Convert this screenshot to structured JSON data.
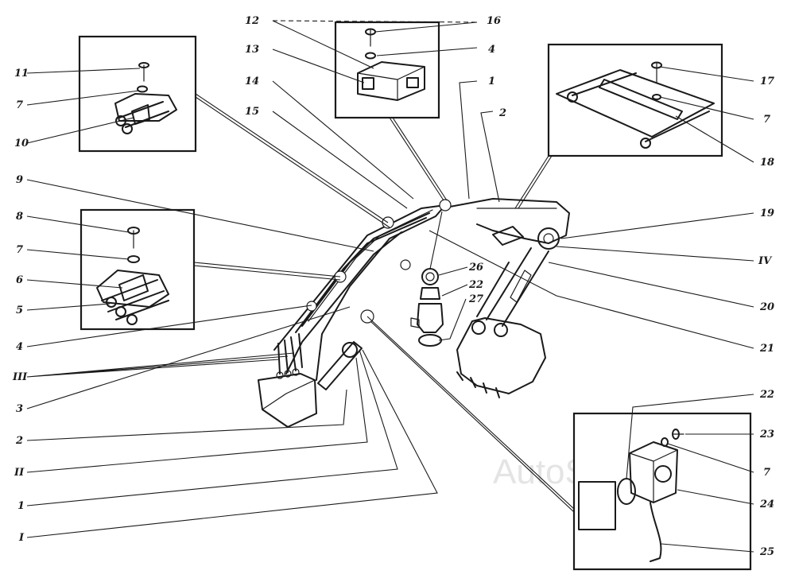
{
  "labels": {
    "l16": "16",
    "l12": "12",
    "l13": "13",
    "l14": "14",
    "l15": "15",
    "l4a": "4",
    "l1a": "1",
    "l2a": "2",
    "l11": "11",
    "l7a": "7",
    "l10": "10",
    "l9": "9",
    "l8": "8",
    "l7b": "7",
    "l6": "6",
    "l5": "5",
    "l4b": "4",
    "lIII": "III",
    "l3": "3",
    "l2b": "2",
    "lII": "II",
    "l1b": "1",
    "lI": "I",
    "l17": "17",
    "l7c": "7",
    "l18": "18",
    "l19": "19",
    "lIV": "IV",
    "l20": "20",
    "l21": "21",
    "l26": "26",
    "l22a": "22",
    "l27": "27",
    "l22b": "22",
    "l23": "23",
    "l7d": "7",
    "l24": "24",
    "l25": "25"
  },
  "watermark": "AutoSoft"
}
